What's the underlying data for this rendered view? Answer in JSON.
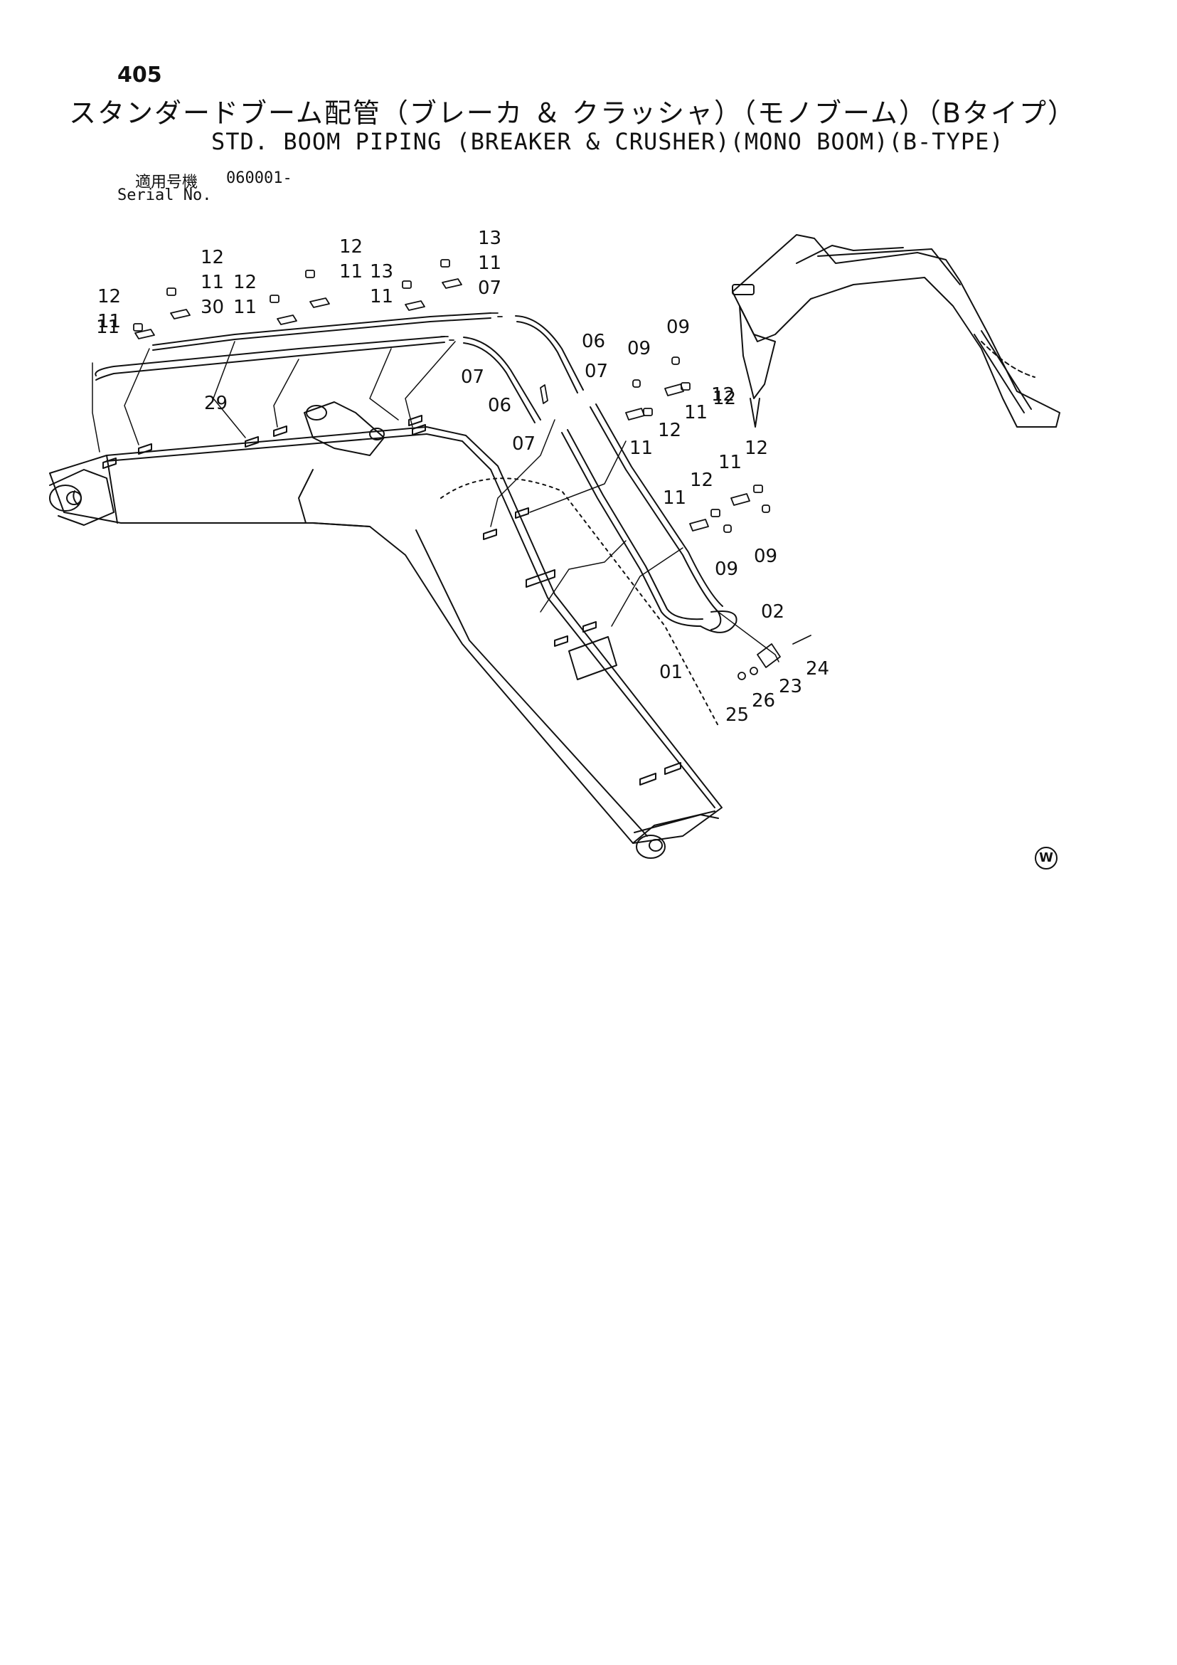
{
  "page_number": "405",
  "title_jp": "スタンダードブーム配管（ブレーカ ＆ クラッシャ）（モノブーム）（Bタイプ）",
  "title_en": "STD. BOOM PIPING (BREAKER & CRUSHER)(MONO BOOM)(B-TYPE)",
  "serial": {
    "label_jp": "適用号機",
    "label_en": "Serial No.",
    "value": "060001-"
  },
  "mark": "W",
  "callouts": [
    {
      "id": "c1",
      "text": "12"
    },
    {
      "id": "c2",
      "text": "11"
    },
    {
      "id": "c3",
      "text": "30"
    },
    {
      "id": "c4",
      "text": "12"
    },
    {
      "id": "c5",
      "text": "11"
    },
    {
      "id": "c6",
      "text": "12"
    },
    {
      "id": "c7",
      "text": "11"
    },
    {
      "id": "c8",
      "text": "29"
    },
    {
      "id": "c9",
      "text": "12"
    },
    {
      "id": "c10",
      "text": "11"
    },
    {
      "id": "c11",
      "text": "13"
    },
    {
      "id": "c12",
      "text": "11"
    },
    {
      "id": "c13",
      "text": "13"
    },
    {
      "id": "c14",
      "text": "11"
    },
    {
      "id": "c15",
      "text": "07"
    },
    {
      "id": "c16",
      "text": "07"
    },
    {
      "id": "c17",
      "text": "06"
    },
    {
      "id": "c18",
      "text": "06"
    },
    {
      "id": "c19",
      "text": "07"
    },
    {
      "id": "c20",
      "text": "07"
    },
    {
      "id": "c21",
      "text": "09"
    },
    {
      "id": "c22",
      "text": "09"
    },
    {
      "id": "c23",
      "text": "12"
    },
    {
      "id": "c24",
      "text": "11"
    },
    {
      "id": "c25",
      "text": "12"
    },
    {
      "id": "c26",
      "text": "11"
    },
    {
      "id": "c27",
      "text": "11"
    },
    {
      "id": "c28",
      "text": "12"
    },
    {
      "id": "c29",
      "text": "11"
    },
    {
      "id": "c30",
      "text": "12"
    },
    {
      "id": "c31",
      "text": "09"
    },
    {
      "id": "c32",
      "text": "09"
    },
    {
      "id": "c33",
      "text": "02"
    },
    {
      "id": "c34",
      "text": "01"
    },
    {
      "id": "c35",
      "text": "24"
    },
    {
      "id": "c36",
      "text": "23"
    },
    {
      "id": "c37",
      "text": "26"
    },
    {
      "id": "c38",
      "text": "25"
    },
    {
      "id": "c39",
      "text": "11"
    },
    {
      "id": "c40",
      "text": "12"
    }
  ]
}
